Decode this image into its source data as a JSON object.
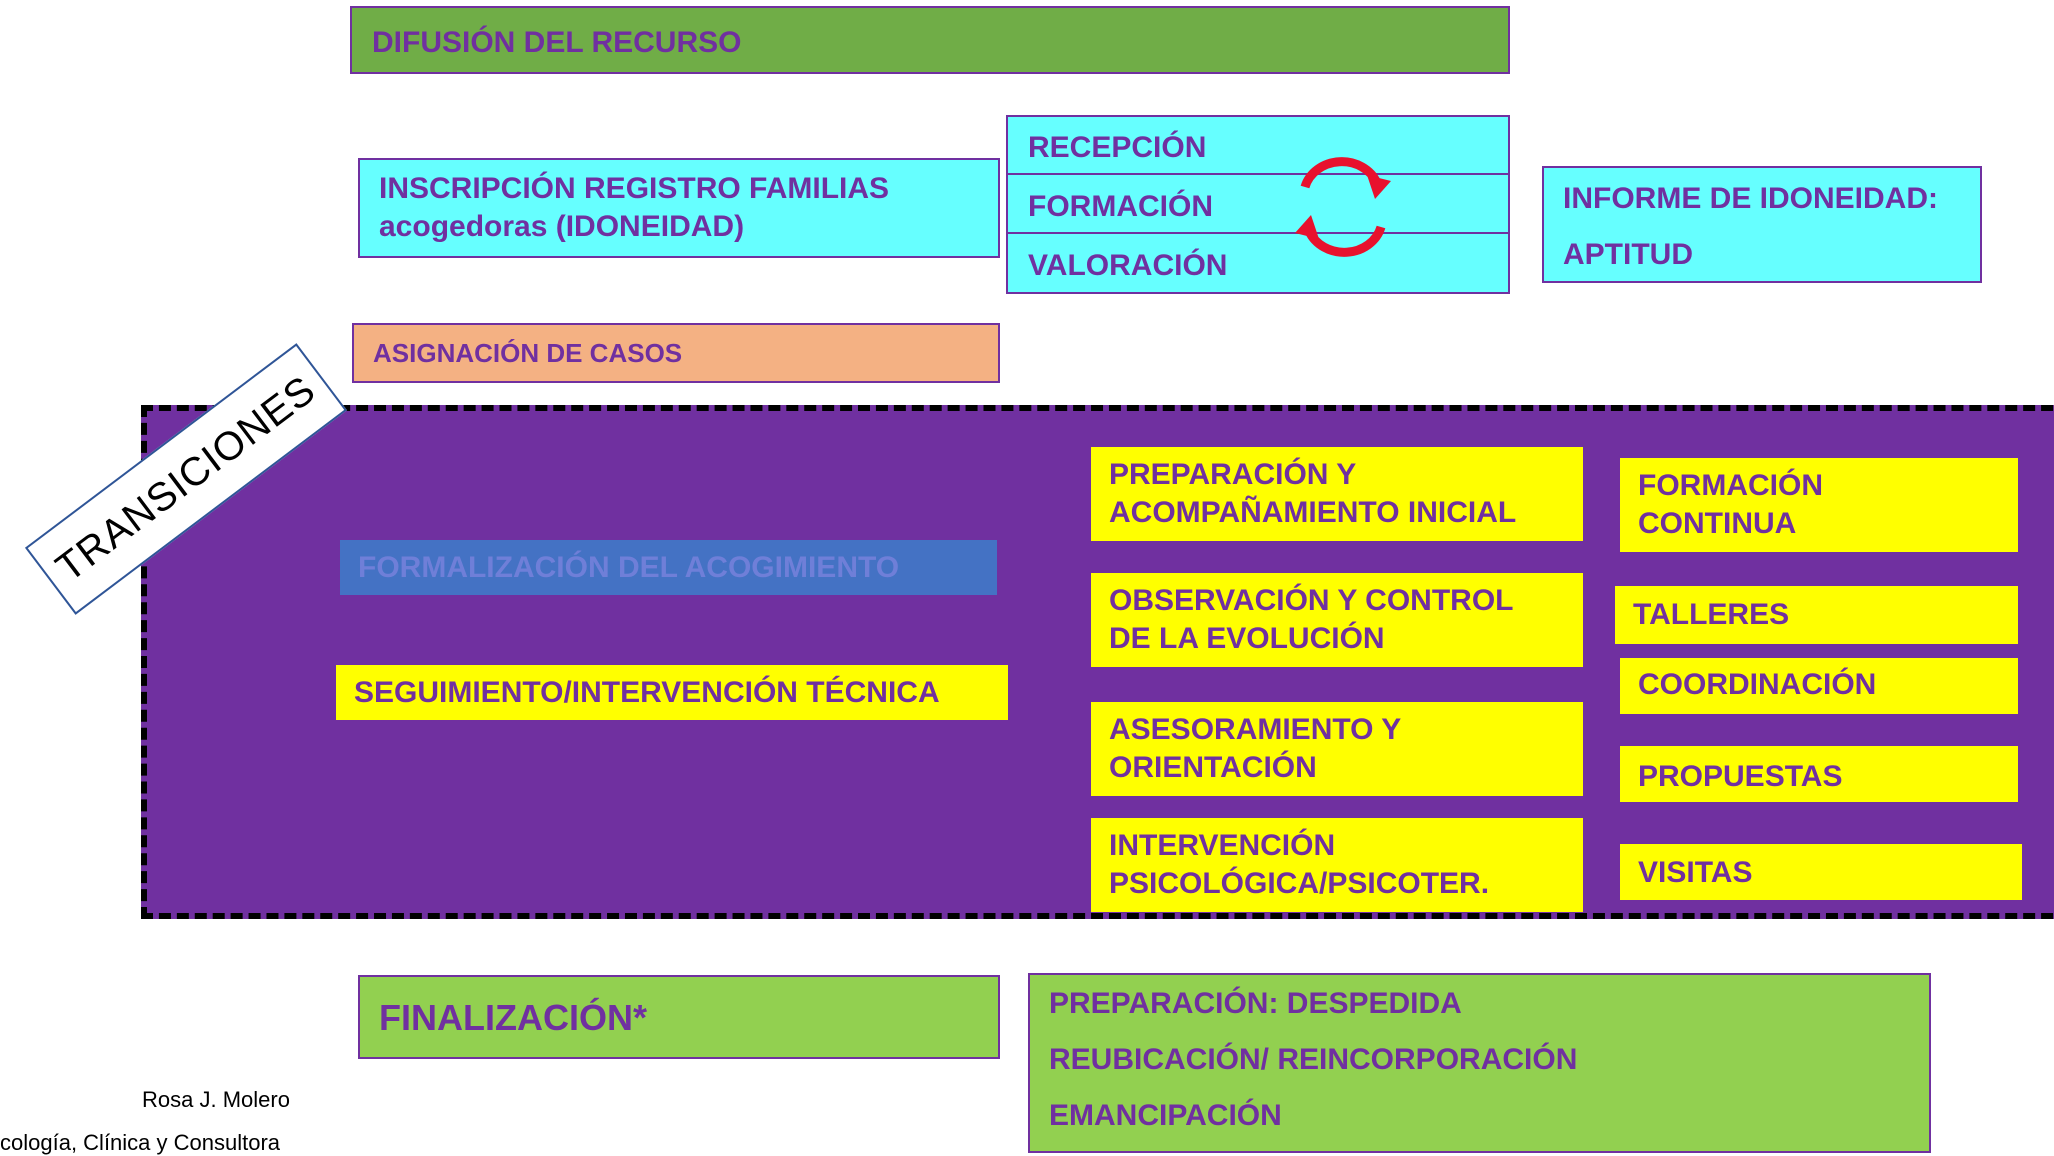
{
  "difusion": "DIFUSIÓN DEL RECURSO",
  "inscripcion": {
    "line1": "INSCRIPCIÓN REGISTRO FAMILIAS",
    "line2": "acogedoras (IDONEIDAD)"
  },
  "proceso": [
    "RECEPCIÓN",
    "FORMACIÓN",
    "VALORACIÓN"
  ],
  "informe": {
    "line1": "INFORME DE IDONEIDAD:",
    "line2": "APTITUD"
  },
  "asignacion": "ASIGNACIÓN DE CASOS",
  "transiciones": "TRANSICIONES",
  "formalizacion": "FORMALIZACIÓN DEL ACOGIMIENTO",
  "seguimiento": "SEGUIMIENTO/INTERVENCIÓN TÉCNICA",
  "acciones": [
    {
      "line1": "PREPARACIÓN Y",
      "line2": "ACOMPAÑAMIENTO INICIAL"
    },
    {
      "line1": "OBSERVACIÓN Y CONTROL",
      "line2": "DE LA EVOLUCIÓN"
    },
    {
      "line1": "ASESORAMIENTO Y",
      "line2": "ORIENTACIÓN"
    },
    {
      "line1": "INTERVENCIÓN",
      "line2": "PSICOLÓGICA/PSICOTER."
    }
  ],
  "recursos": {
    "formacion": {
      "line1": "FORMACIÓN",
      "line2": "CONTINUA"
    },
    "talleres": "TALLERES",
    "coordinacion": "COORDINACIÓN",
    "propuestas": "PROPUESTAS",
    "visitas": "VISITAS"
  },
  "finalizacion": "FINALIZACIÓN*",
  "finalizacion_opciones": [
    "PREPARACIÓN: DESPEDIDA",
    "REUBICACIÓN/ REINCORPORACIÓN",
    "EMANCIPACIÓN"
  ],
  "credit": {
    "name": "Rosa J. Molero",
    "role": "cología, Clínica y Consultora"
  },
  "colors": {
    "purple": "#7030a0",
    "green": "#70ad47",
    "lightgreen": "#92d050",
    "cyan": "#66ffff",
    "orange": "#f4b183",
    "yellow": "#ffff00",
    "blue": "#4472c4",
    "cycle_arrows": "#e8112d"
  }
}
